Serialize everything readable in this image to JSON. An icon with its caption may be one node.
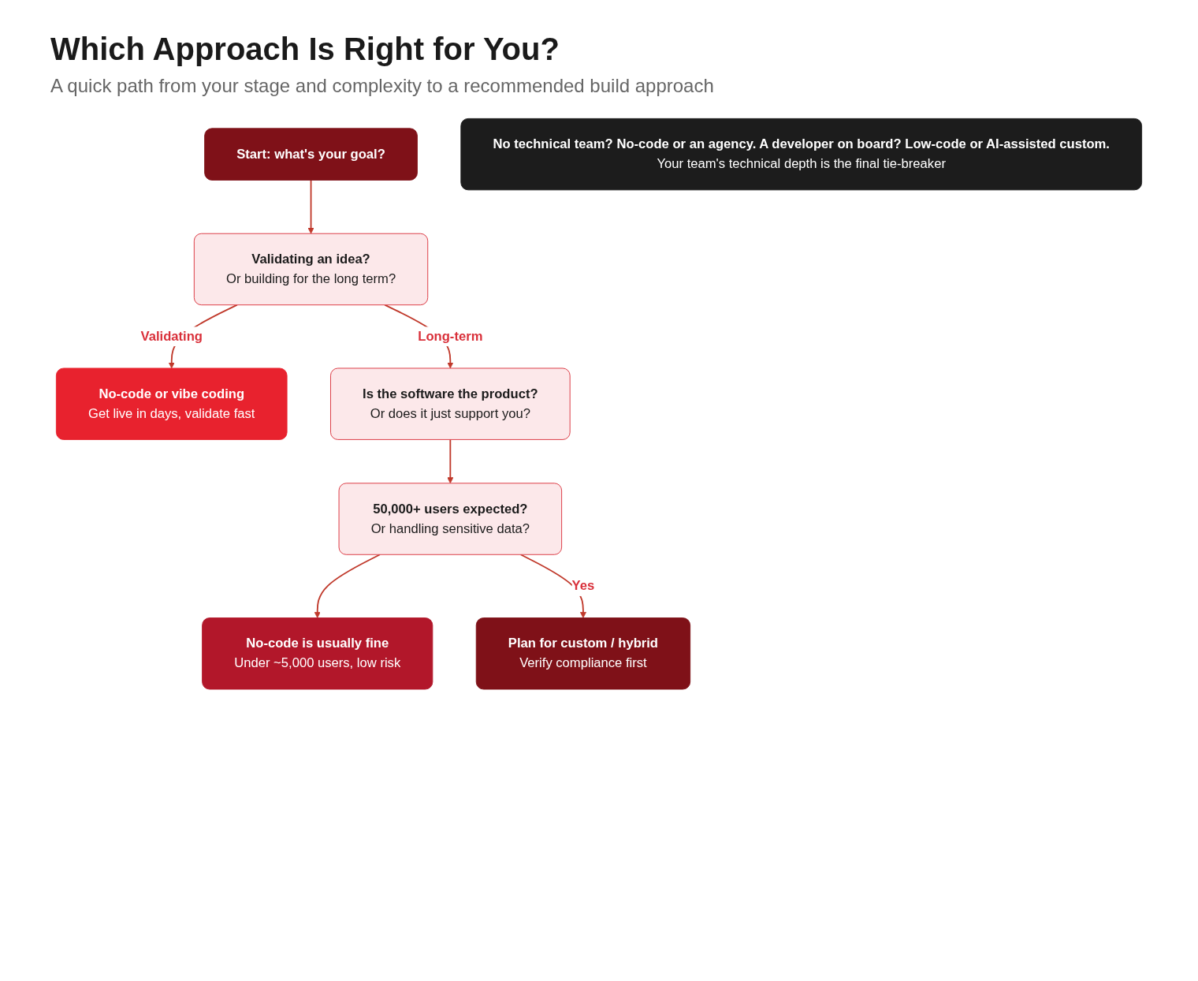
{
  "diagram": {
    "title": "Which Approach Is Right for You?",
    "caption": "A quick path from your stage and complexity to a recommended build approach",
    "nodes": [
      {
        "text": [
          "Start: what's your goal?"
        ]
      },
      {
        "text": [
          "Validating an idea?",
          "Or building for the long term?"
        ]
      },
      {
        "text": [
          "No-code or vibe coding",
          "Get live in days, validate fast"
        ]
      },
      {
        "text": [
          "Is the software the product?",
          "Or does it just support you?"
        ]
      },
      {
        "text": [
          "No-code is usually fine",
          "Under ~5,000 users, low risk"
        ]
      },
      {
        "text": [
          "50,000+ users expected?",
          "Or handling sensitive data?"
        ]
      },
      {
        "text": [
          "Plan for custom / hybrid",
          "Verify compliance first"
        ]
      },
      {
        "text": [
          "No technical team? No-code or an agency. A developer on board? Low-code or AI-assisted custom.",
          "Your team's technical depth is the final tie-breaker"
        ]
      }
    ],
    "edges": [
      {
        "from": 0,
        "to": 1,
        "arrow": "to"
      },
      {
        "from": 1,
        "to": 2,
        "arrow": "to",
        "label": "Validating"
      },
      {
        "from": 1,
        "to": 3,
        "arrow": "to",
        "label": "Long-term"
      },
      {
        "from": 3,
        "to": 5,
        "arrow": "to"
      },
      {
        "from": 5,
        "to": 4,
        "arrow": "to"
      },
      {
        "from": 5,
        "to": 6,
        "arrow": "to",
        "label": "Yes"
      }
    ]
  }
}
